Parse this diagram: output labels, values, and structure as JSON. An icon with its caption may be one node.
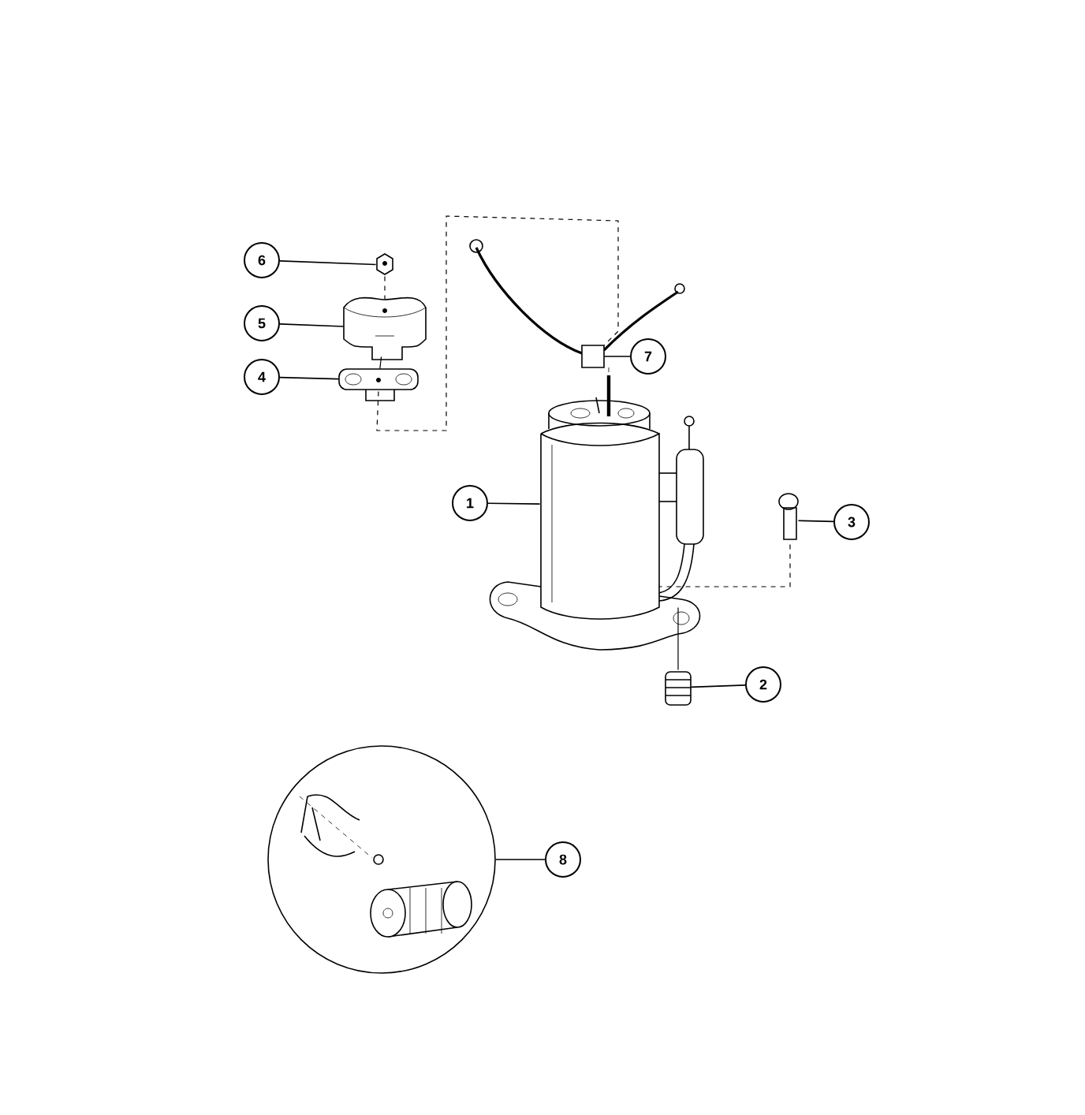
{
  "diagram": {
    "nodes": [
      {
        "text": [
          "6"
        ]
      },
      {
        "text": [
          "5"
        ]
      },
      {
        "text": [
          "7"
        ]
      },
      {
        "text": [
          "4"
        ]
      },
      {
        "text": [
          "1"
        ]
      },
      {
        "text": [
          "3"
        ]
      },
      {
        "text": [
          "2"
        ]
      },
      {
        "text": [
          "8"
        ]
      },
      {
        "text": [],
        "shape": "picture"
      },
      {
        "text": [],
        "shape": "picture"
      },
      {
        "text": [],
        "shape": "picture"
      },
      {
        "text": [],
        "shape": "picture"
      },
      {
        "text": [],
        "shape": "picture"
      },
      {
        "text": [],
        "shape": "picture"
      },
      {
        "text": [],
        "shape": "picture"
      },
      {
        "text": [],
        "shape": "circle"
      }
    ],
    "edges": [
      {
        "from": 0,
        "to": 8,
        "arrow": "none"
      },
      {
        "from": 1,
        "to": 9,
        "arrow": "none"
      },
      {
        "from": 2,
        "to": 11,
        "arrow": "none"
      },
      {
        "from": 3,
        "to": 10,
        "arrow": "none"
      },
      {
        "from": 4,
        "to": 12,
        "arrow": "none"
      },
      {
        "from": 5,
        "to": 13,
        "arrow": "none"
      },
      {
        "from": 6,
        "to": 14,
        "arrow": "none"
      },
      {
        "from": 7,
        "to": 15,
        "arrow": "none"
      },
      {
        "from": 8,
        "to": 9,
        "arrow": "none",
        "style": "dashed"
      },
      {
        "from": 9,
        "to": 10,
        "arrow": "none"
      },
      {
        "from": 10,
        "to": 11,
        "arrow": "none",
        "style": "dashed"
      },
      {
        "from": 13,
        "to": 12,
        "arrow": "none",
        "style": "dashed"
      },
      {
        "from": 14,
        "to": 12,
        "arrow": "none"
      }
    ]
  }
}
